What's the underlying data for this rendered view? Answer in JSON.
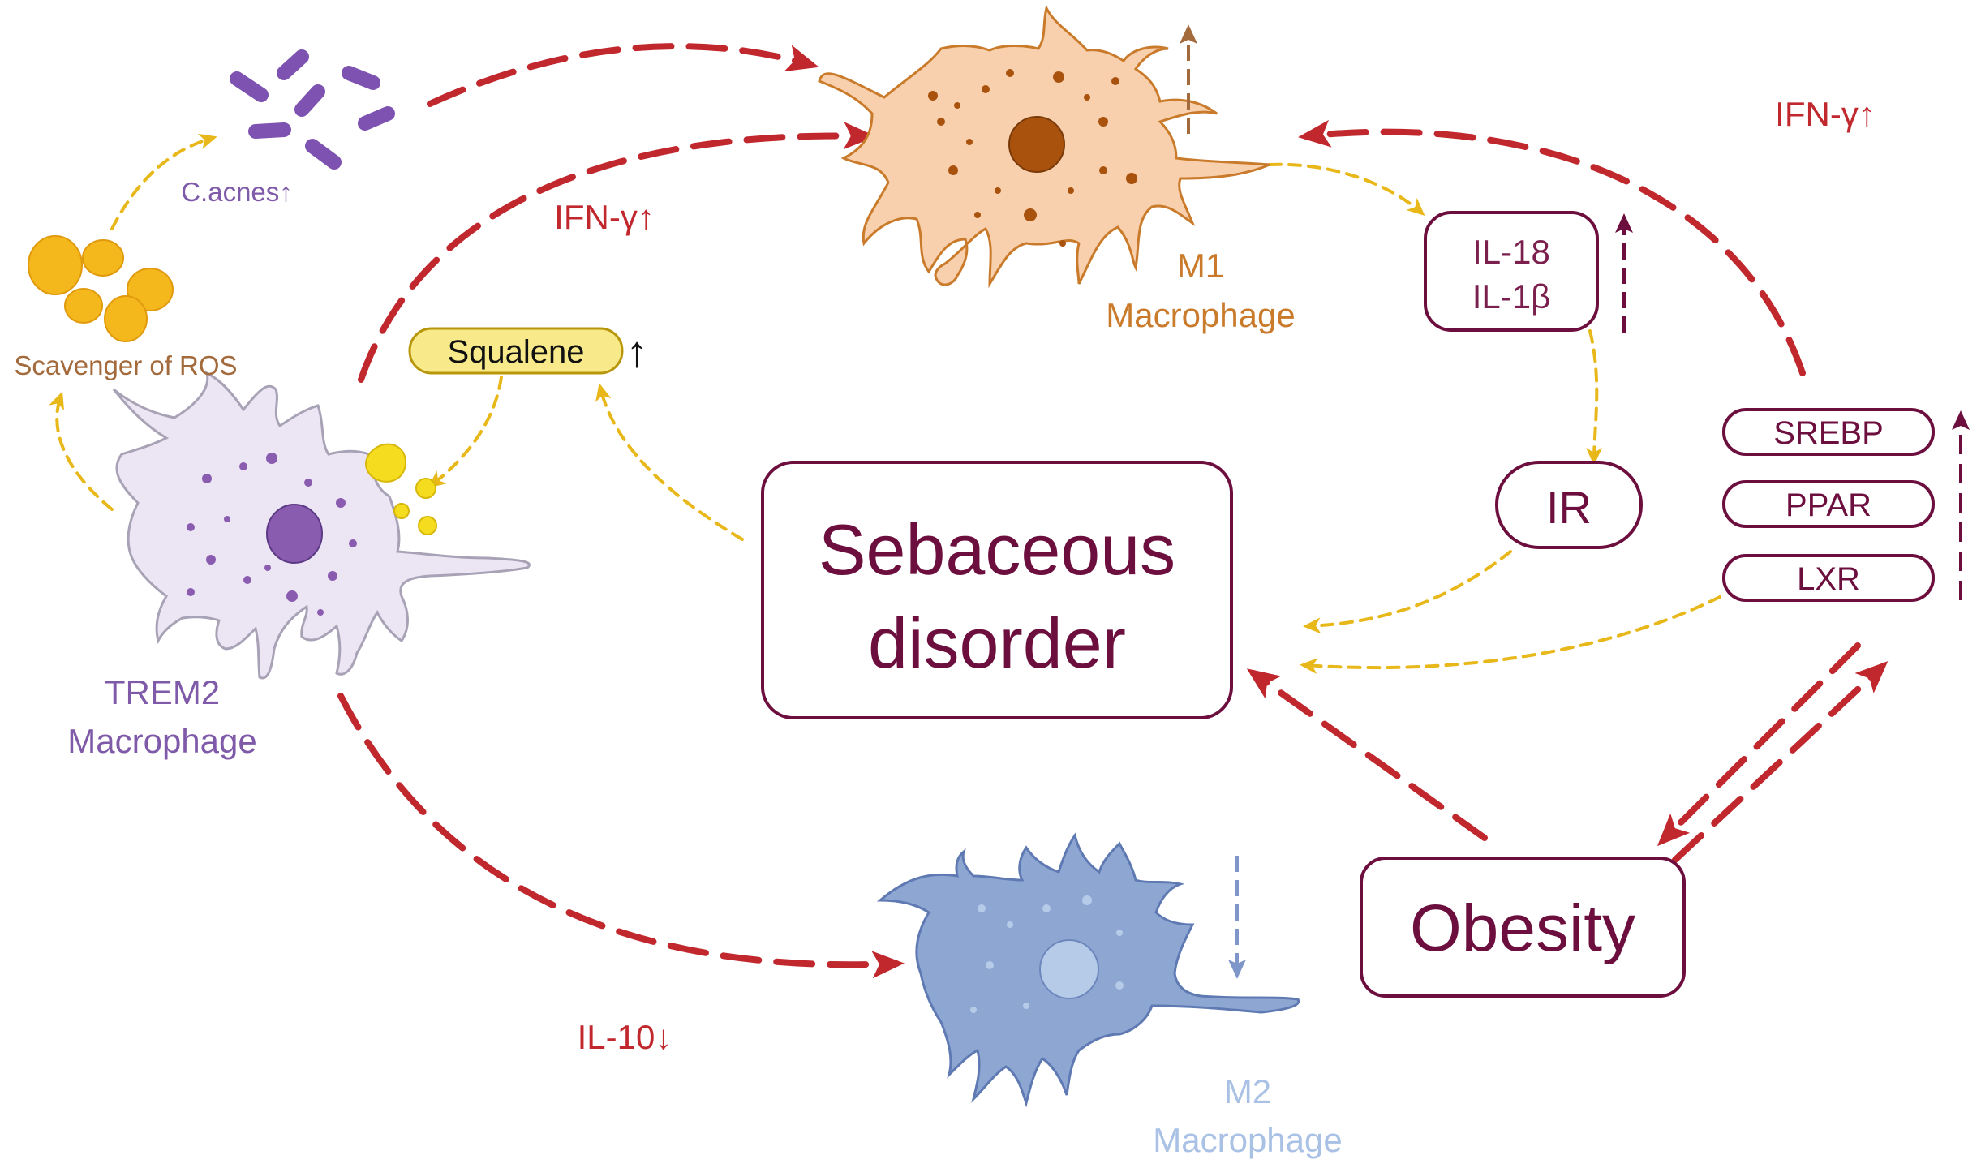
{
  "colors": {
    "red": "#c0282e",
    "yellow": "#e8b81a",
    "maroon": "#6d0f3e",
    "purple": "#7f5aa8",
    "orange": "#c97a2a",
    "blue": "#a9c1e4",
    "brown": "#a36a3c",
    "m1_fill": "#f8d0ad",
    "trem2_fill": "#ece5f3",
    "m2_fill": "#8ea6d2"
  },
  "center": {
    "line1": "Sebaceous",
    "line2": "disorder"
  },
  "obesity": "Obesity",
  "ir": "IR",
  "cytokines": {
    "line1": "IL-18",
    "line2": "IL-1β"
  },
  "transcription_factors": [
    "SREBP",
    "PPAR",
    "LXR"
  ],
  "cells": {
    "m1": {
      "line1": "M1",
      "line2": "Macrophage"
    },
    "trem2": {
      "line1": "TREM2",
      "line2": "Macrophage"
    },
    "m2": {
      "line1": "M2",
      "line2": "Macrophage"
    }
  },
  "labels": {
    "squalene": "Squalene",
    "squalene_arrow": "↑",
    "ifn_left": "IFN-γ↑",
    "ifn_right": "IFN-γ↑",
    "il10": "IL-10↓",
    "cacnes": "C.acnes↑",
    "scavenger": "Scavenger of ROS"
  }
}
